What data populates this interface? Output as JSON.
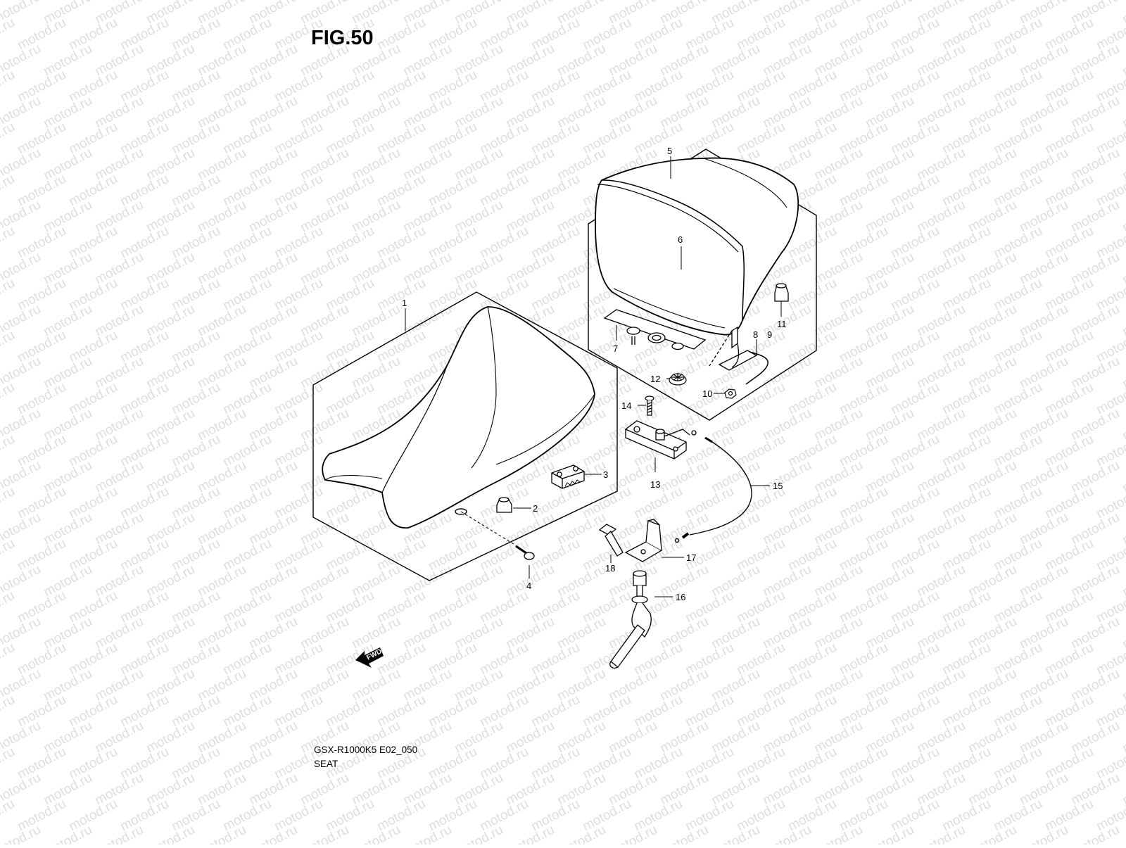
{
  "figure": {
    "title": "FIG.50",
    "model_code": "GSX-R1000K5 E02_050",
    "section_name": "SEAT"
  },
  "watermark": {
    "text": "motod.ru",
    "color": "#dedede"
  },
  "direction_marker": {
    "label": "FWD"
  },
  "callouts": [
    "1",
    "2",
    "3",
    "4",
    "5",
    "6",
    "7",
    "8",
    "9",
    "10",
    "11",
    "12",
    "13",
    "14",
    "15",
    "16",
    "17",
    "18"
  ]
}
